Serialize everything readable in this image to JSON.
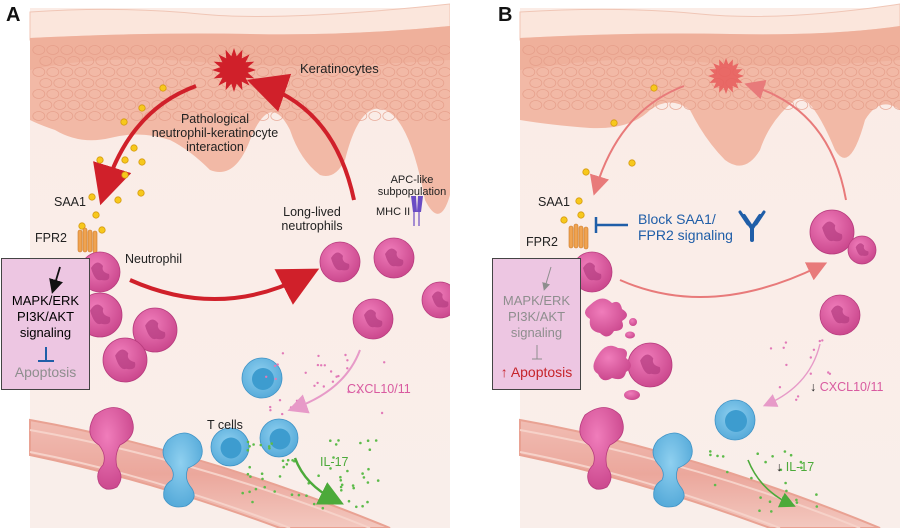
{
  "figure": {
    "panels": [
      {
        "id": "A",
        "label": "A",
        "labels": {
          "keratinocytes": "Keratinocytes",
          "interaction_line1": "Pathological",
          "interaction_line2": "neutrophil-keratinocyte",
          "interaction_line3": "interaction",
          "saa1": "SAA1",
          "fpr2": "FPR2",
          "neutrophil": "Neutrophil",
          "long_lived_line1": "Long-lived",
          "long_lived_line2": "neutrophils",
          "apc_line1": "APC-like",
          "apc_line2": "subpopulation",
          "mhc": "MHC II",
          "t_cells": "T cells",
          "cxcl": "CXCL10/11",
          "il17": "IL-17"
        },
        "signaling_box": {
          "line1": "MAPK/ERK",
          "line2": "PI3K/AKT",
          "line3": "signaling",
          "outcome": "Apoptosis",
          "outcome_prefix": ""
        }
      },
      {
        "id": "B",
        "label": "B",
        "labels": {
          "saa1": "SAA1",
          "fpr2": "FPR2",
          "block_line1": "Block SAA1/",
          "block_line2": "FPR2 signaling",
          "cxcl": "CXCL10/11",
          "il17": "IL-17",
          "down_arrow": "↓"
        },
        "signaling_box": {
          "line1": "MAPK/ERK",
          "line2": "PI3K/AKT",
          "line3": "signaling",
          "outcome": "Apoptosis",
          "outcome_prefix": "↑"
        }
      }
    ],
    "colors": {
      "pathway_arrow_active": "#d0202a",
      "pathway_arrow_faded": "#e87a7a",
      "block_blue": "#1f5ea8",
      "cxcl_pink": "#d95aa0",
      "il17_green": "#4caa3a",
      "saa1_yellow": "#f7c81c",
      "neutrophil": "#d95a9e",
      "t_cell": "#5bb3df",
      "box_fill": "#edc6e2"
    }
  }
}
